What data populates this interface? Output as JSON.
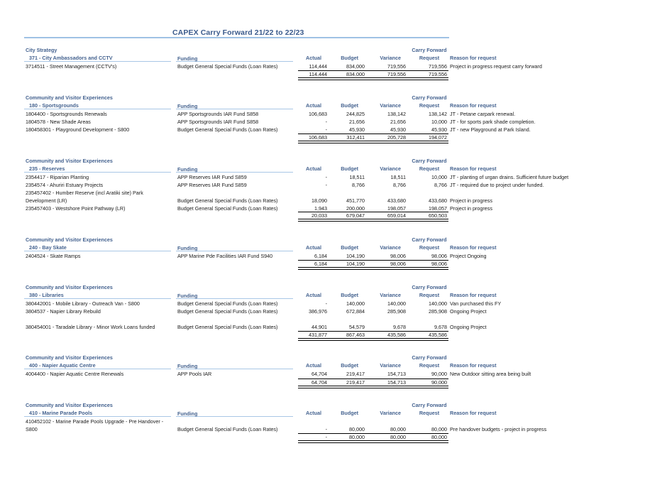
{
  "title": "CAPEX  Carry Forward  21/22 to 22/23",
  "headers": {
    "funding": "Funding",
    "actual": "Actual",
    "budget": "Budget",
    "variance": "Variance",
    "carry_forward": "Carry Forward",
    "request": "Request",
    "reason": "Reason for request"
  },
  "sections": [
    {
      "group": "City Strategy",
      "name": "371 - City Ambassadors and CCTV",
      "rows": [
        {
          "project": "3714511 - Street Management (CCTV's)",
          "project2": "",
          "funding": "Budget General Special Funds (Loan Rates)",
          "actual": "114,444",
          "budget": "834,000",
          "variance": "719,556",
          "request": "719,556",
          "reason": "Project in progress request carry forward"
        }
      ],
      "total": {
        "actual": "114,444",
        "budget": "834,000",
        "variance": "719,556",
        "request": "719,556"
      }
    },
    {
      "group": "Community and Visitor Experiences",
      "name": "180 - Sportsgrounds",
      "rows": [
        {
          "project": "1804400 - Sportsgrounds Renewals",
          "project2": "",
          "funding": "APP Sportsgrounds IAR Fund S858",
          "actual": "106,683",
          "budget": "244,825",
          "variance": "138,142",
          "request": "138,142",
          "reason": "JT - Petane carpark renewal."
        },
        {
          "project": "1804578 - New Shade Areas",
          "project2": "",
          "funding": "APP Sportsgrounds IAR Fund S858",
          "actual": "-",
          "budget": "21,656",
          "variance": "21,656",
          "request": "10,000",
          "reason": "JT - for sports park shade completion."
        },
        {
          "project": "180458301 - Playground Development - S800",
          "project2": "",
          "funding": "Budget General Special Funds (Loan Rates)",
          "actual": "-",
          "budget": "45,930",
          "variance": "45,930",
          "request": "45,930",
          "reason": "JT - new Playground at Park Island."
        }
      ],
      "total": {
        "actual": "106,683",
        "budget": "312,411",
        "variance": "205,728",
        "request": "194,072"
      }
    },
    {
      "group": "Community and Visitor Experiences",
      "name": "235 - Reserves",
      "rows": [
        {
          "project": "2354417 - Riparian Planting",
          "project2": "",
          "funding": "APP Reserves IAR Fund S859",
          "actual": "-",
          "budget": "18,511",
          "variance": "18,511",
          "request": "10,000",
          "reason": "JT - planting of urgan drains. Sufficient future budget"
        },
        {
          "project": "2354574 - Ahuriri Estuary Projects",
          "project2": "",
          "funding": "APP Reserves IAR Fund S859",
          "actual": "-",
          "budget": "8,766",
          "variance": "8,766",
          "request": "8,766",
          "reason": "JT - required due to project under funded."
        },
        {
          "project": "235457402 - Humber Reserve (incl Aratiki site) Park",
          "project2": "Development (LR)",
          "funding": "Budget General Special Funds (Loan Rates)",
          "actual": "18,090",
          "budget": "451,770",
          "variance": "433,680",
          "request": "433,680",
          "reason": "Project in progress"
        },
        {
          "project": "235457403 - Westshore Point Pathway (LR)",
          "project2": "",
          "funding": "Budget General Special Funds (Loan Rates)",
          "actual": "1,943",
          "budget": "200,000",
          "variance": "198,057",
          "request": "198,057",
          "reason": "Project in progress"
        }
      ],
      "total": {
        "actual": "20,033",
        "budget": "679,047",
        "variance": "659,014",
        "request": "650,503"
      }
    },
    {
      "group": "Community and Visitor Experiences",
      "name": "240 - Bay Skate",
      "rows": [
        {
          "project": "2404524 - Skate Ramps",
          "project2": "",
          "funding": "APP Marine Pde Facilities IAR Fund S940",
          "actual": "6,184",
          "budget": "104,190",
          "variance": "98,006",
          "request": "98,006",
          "reason": "Project Ongoing"
        }
      ],
      "total": {
        "actual": "6,184",
        "budget": "104,190",
        "variance": "98,006",
        "request": "98,006"
      }
    },
    {
      "group": "Community and Visitor Experiences",
      "name": "380 - Libraries",
      "rows": [
        {
          "project": "380442001 - Mobile Library - Outreach Van - S800",
          "project2": "",
          "funding": "Budget General Special Funds (Loan Rates)",
          "actual": "-",
          "budget": "140,000",
          "variance": "140,000",
          "request": "140,000",
          "reason": "Van purchased this FY"
        },
        {
          "project": "3804537 - Napier Library Rebuild",
          "project2": "",
          "funding": "Budget General Special Funds (Loan Rates)",
          "actual": "386,976",
          "budget": "672,884",
          "variance": "285,908",
          "request": "285,908",
          "reason": "Ongoing Project"
        },
        {
          "project": "380454001 - Taradale Library - Minor Work Loans funded",
          "project2": "",
          "funding": "Budget General Special Funds (Loan Rates)",
          "actual": "44,901",
          "budget": "54,579",
          "variance": "9,678",
          "request": "9,678",
          "reason": "Ongoing Project"
        }
      ],
      "total": {
        "actual": "431,877",
        "budget": "867,463",
        "variance": "435,586",
        "request": "435,586"
      }
    },
    {
      "group": "Community and Visitor Experiences",
      "name": "400 - Napier Aquatic Centre",
      "rows": [
        {
          "project": "4004400 - Napier Aquatic Centre Renewals",
          "project2": "",
          "funding": "APP Pools IAR",
          "actual": "64,704",
          "budget": "219,417",
          "variance": "154,713",
          "request": "90,000",
          "reason": "New Outdoor sitting area being built"
        }
      ],
      "total": {
        "actual": "64,704",
        "budget": "219,417",
        "variance": "154,713",
        "request": "90,000"
      }
    },
    {
      "group": "Community and Visitor Experiences",
      "name": "410 - Marine Parade Pools",
      "rows": [
        {
          "project": "410452102 - Marine Parade Pools Upgrade - Pre Handover -",
          "project2": "S800",
          "funding": "Budget General Special Funds (Loan Rates)",
          "actual": "-",
          "budget": "80,000",
          "variance": "80,000",
          "request": "80,000",
          "reason": "Pre handover budgets - project in progress"
        }
      ],
      "total": {
        "actual": "-",
        "budget": "80,000",
        "variance": "80,000",
        "request": "80,000"
      }
    }
  ]
}
